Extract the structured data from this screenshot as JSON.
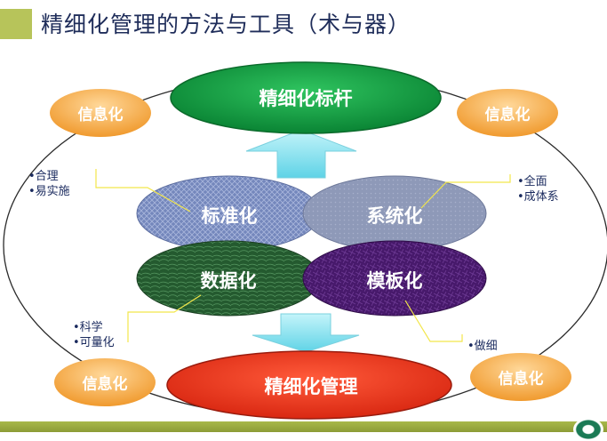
{
  "title": "精细化管理的方法与工具（术与器）",
  "top_goal": "精细化标杆",
  "bottom_goal": "精细化管理",
  "info_label": "信息化",
  "quadrants": {
    "standardization": "标准化",
    "systematization": "系统化",
    "digitization": "数据化",
    "templating": "模板化"
  },
  "notes": {
    "left_top": [
      "•合理",
      "•易实施"
    ],
    "right_top": [
      "•全面",
      "•成体系"
    ],
    "left_bottom": [
      "•科学",
      "•可量化"
    ],
    "right_bottom": [
      "•做细"
    ]
  },
  "colors": {
    "title_accent": "#b7c45a",
    "top_goal": "#0e9a3f",
    "bottom_goal": "#e8321e",
    "info_badge": "#f4a942",
    "arrow": "#8fe3f0",
    "standardization": "#6f82b8",
    "systematization": "#8a95b6",
    "digitization": "#2f6b3a",
    "templating": "#4a1a6e"
  }
}
